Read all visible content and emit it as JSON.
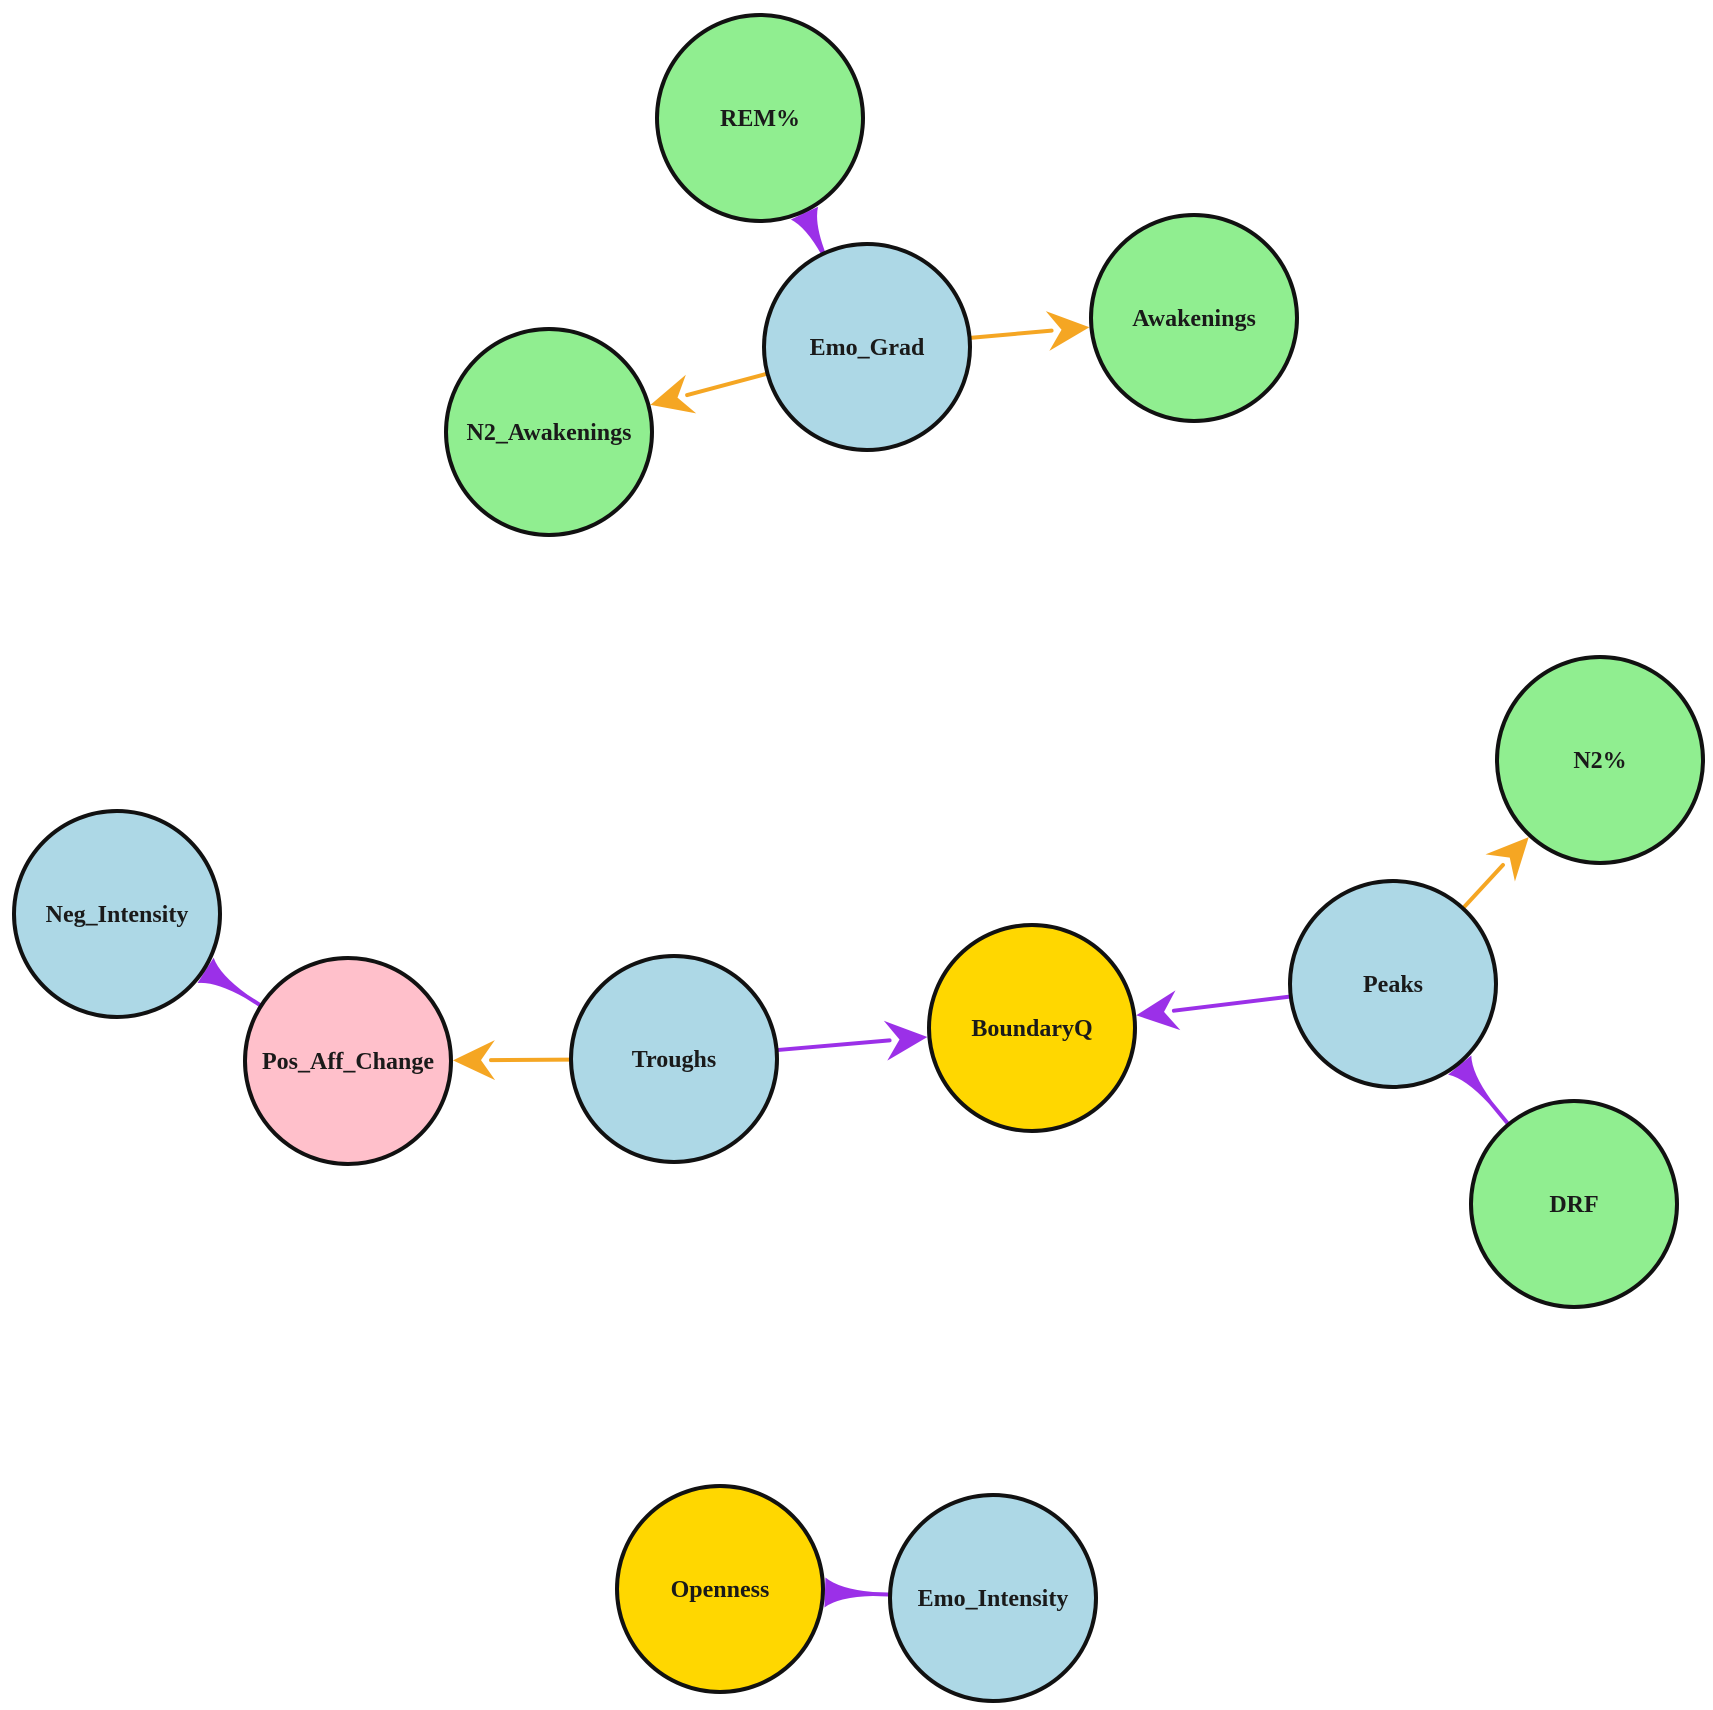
{
  "colors": {
    "sleep": "#90EE90",
    "emotion": "#ADD8E6",
    "trait": "#FFD700",
    "outcome": "#FFC0CB",
    "orange_edge": "#F5A623",
    "purple_edge": "#9B30E8",
    "outline": "#111111"
  },
  "nodes": [
    {
      "id": "rem",
      "label": "REM%",
      "group": "sleep"
    },
    {
      "id": "emo_grad",
      "label": "Emo_Grad",
      "group": "emotion"
    },
    {
      "id": "awakenings",
      "label": "Awakenings",
      "group": "sleep"
    },
    {
      "id": "n2_awakenings",
      "label": "N2_Awakenings",
      "group": "sleep"
    },
    {
      "id": "n2pct",
      "label": "N2%",
      "group": "sleep"
    },
    {
      "id": "neg_intensity",
      "label": "Neg_Intensity",
      "group": "emotion"
    },
    {
      "id": "pos_aff_change",
      "label": "Pos_Aff_Change",
      "group": "outcome"
    },
    {
      "id": "troughs",
      "label": "Troughs",
      "group": "emotion"
    },
    {
      "id": "boundaryq",
      "label": "BoundaryQ",
      "group": "trait"
    },
    {
      "id": "peaks",
      "label": "Peaks",
      "group": "emotion"
    },
    {
      "id": "drf",
      "label": "DRF",
      "group": "sleep"
    },
    {
      "id": "openness",
      "label": "Openness",
      "group": "trait"
    },
    {
      "id": "emo_intensity",
      "label": "Emo_Intensity",
      "group": "emotion"
    }
  ],
  "edges": [
    {
      "from": "emo_grad",
      "to": "rem",
      "color": "purple",
      "head": "tee"
    },
    {
      "from": "emo_grad",
      "to": "awakenings",
      "color": "orange",
      "head": "arrow"
    },
    {
      "from": "emo_grad",
      "to": "n2_awakenings",
      "color": "orange",
      "head": "arrow"
    },
    {
      "from": "peaks",
      "to": "n2pct",
      "color": "orange",
      "head": "arrow"
    },
    {
      "from": "peaks",
      "to": "boundaryq",
      "color": "purple",
      "head": "arrow"
    },
    {
      "from": "drf",
      "to": "peaks",
      "color": "purple",
      "head": "tee"
    },
    {
      "from": "troughs",
      "to": "boundaryq",
      "color": "purple",
      "head": "arrow"
    },
    {
      "from": "troughs",
      "to": "pos_aff_change",
      "color": "orange",
      "head": "arrow"
    },
    {
      "from": "pos_aff_change",
      "to": "neg_intensity",
      "color": "purple",
      "head": "tee"
    },
    {
      "from": "emo_intensity",
      "to": "openness",
      "color": "purple",
      "head": "tee"
    }
  ]
}
